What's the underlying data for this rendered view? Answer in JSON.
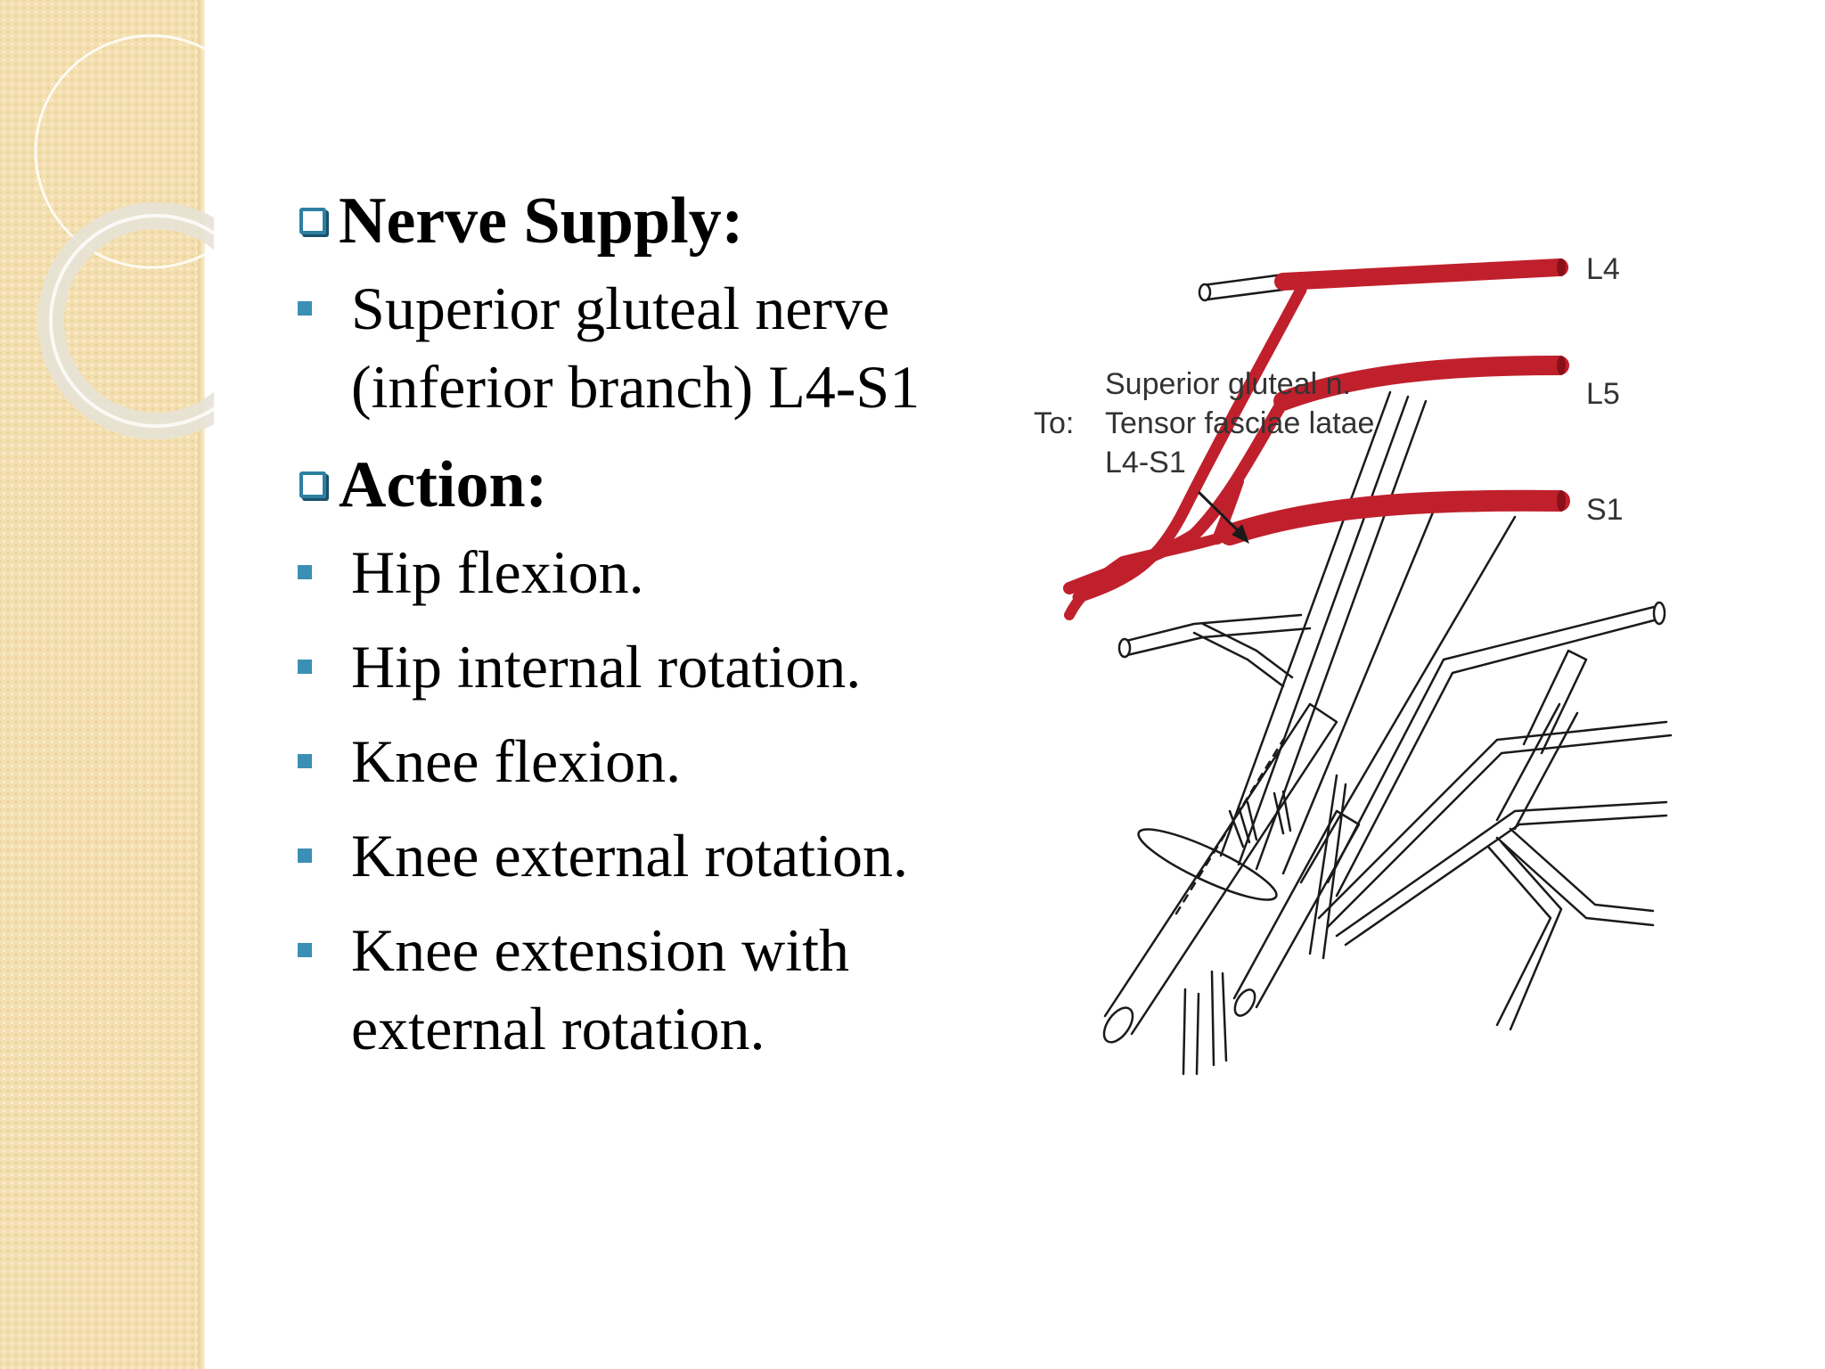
{
  "sections": [
    {
      "heading": "Nerve Supply:",
      "items": [
        {
          "line1": "Superior gluteal nerve",
          "line2": "(inferior branch) L4-S1"
        }
      ]
    },
    {
      "heading": "Action:",
      "items": [
        {
          "line1": "Hip flexion.",
          "line2": ""
        },
        {
          "line1": "Hip internal rotation.",
          "line2": ""
        },
        {
          "line1": "Knee flexion.",
          "line2": ""
        },
        {
          "line1": "Knee external rotation.",
          "line2": ""
        },
        {
          "line1": "Knee extension with",
          "line2": "external rotation."
        }
      ]
    }
  ],
  "figure": {
    "annotation": {
      "line1": "Superior gluteal n.",
      "prefix": "To:",
      "line2": "Tensor fasciae latae",
      "line3": "L4-S1"
    },
    "root_labels": {
      "l4": "L4",
      "l5": "L5",
      "s1": "S1"
    },
    "nerve_color": "#c0202c"
  },
  "colors": {
    "bullet": "#3b8fb4",
    "heading_box": "#2e7fa0",
    "side_band": "#f4dfb0"
  }
}
